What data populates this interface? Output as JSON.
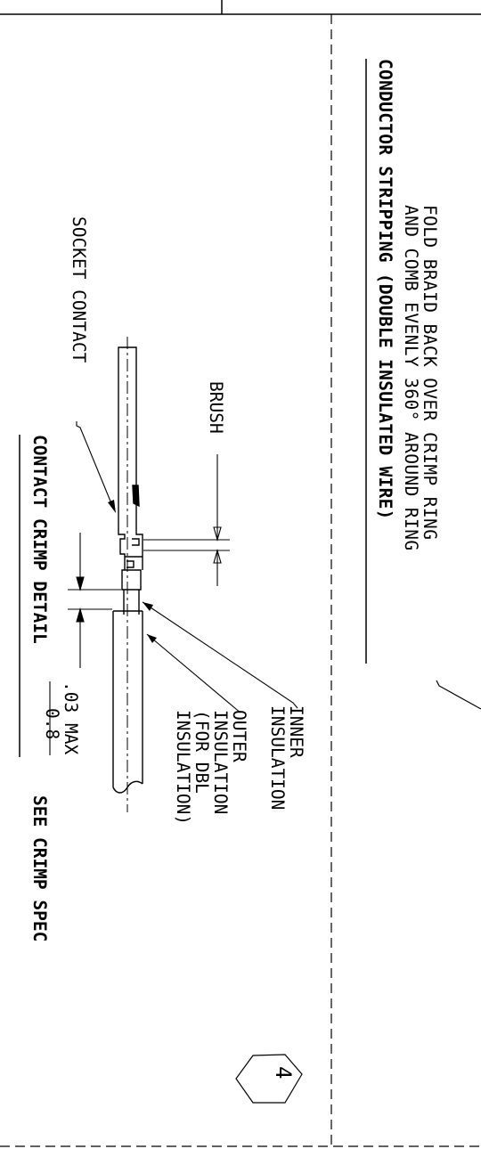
{
  "colors": {
    "line": "#000000",
    "background": "#ffffff"
  },
  "notes": {
    "fold_braid_line1": "FOLD BRAID BACK OVER CRIMP RING",
    "fold_braid_line2": "AND COMB EVENLY 360° AROUND RING",
    "conductor_stripping_title": "CONDUCTOR STRIPPING (DOUBLE INSULATED WIRE)"
  },
  "labels": {
    "socket_contact": "SOCKET CONTACT",
    "brush": "BRUSH",
    "inner_insulation_line1": "INNER",
    "inner_insulation_line2": "INSULATION",
    "outer_insulation_line1": "OUTER",
    "outer_insulation_line2": "INSULATION",
    "outer_insulation_line3": "(FOR DBL",
    "outer_insulation_line4": "INSULATION)"
  },
  "dimension": {
    "value_in": ".03 MAX",
    "value_mm": "0.8"
  },
  "detail": {
    "title": "CONTACT CRIMP DETAIL",
    "see_spec": "SEE CRIMP SPEC"
  },
  "callout": {
    "number": "4"
  }
}
